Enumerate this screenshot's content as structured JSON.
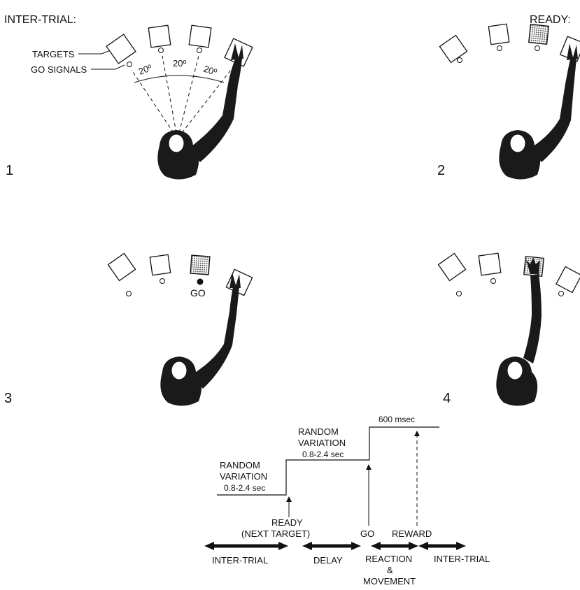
{
  "panel1": {
    "heading": "INTER-TRIAL:",
    "number": "1",
    "targets_label": "TARGETS",
    "go_signals_label": "GO  SIGNALS",
    "angle_left": "20º",
    "angle_mid": "20º",
    "angle_right": "20º"
  },
  "panel2": {
    "heading": "READY:",
    "number": "2"
  },
  "panel3": {
    "number": "3",
    "go_label": "GO"
  },
  "panel4": {
    "number": "4"
  },
  "timeline": {
    "variation1_line1": "RANDOM",
    "variation1_line2": "VARIATION",
    "variation1_line3": "0.8-2.4 sec",
    "variation2_line1": "RANDOM",
    "variation2_line2": "VARIATION",
    "variation2_line3": "0.8-2.4 sec",
    "duration_600": "600 msec",
    "ready_line1": "READY",
    "ready_line2": "(NEXT  TARGET)",
    "go": "GO",
    "reward": "REWARD",
    "phase_inter_trial_1": "INTER-TRIAL",
    "phase_delay": "DELAY",
    "phase_reaction_line1": "REACTION",
    "phase_reaction_line2": "&",
    "phase_reaction_line3": "MOVEMENT",
    "phase_inter_trial_2": "INTER-TRIAL"
  }
}
